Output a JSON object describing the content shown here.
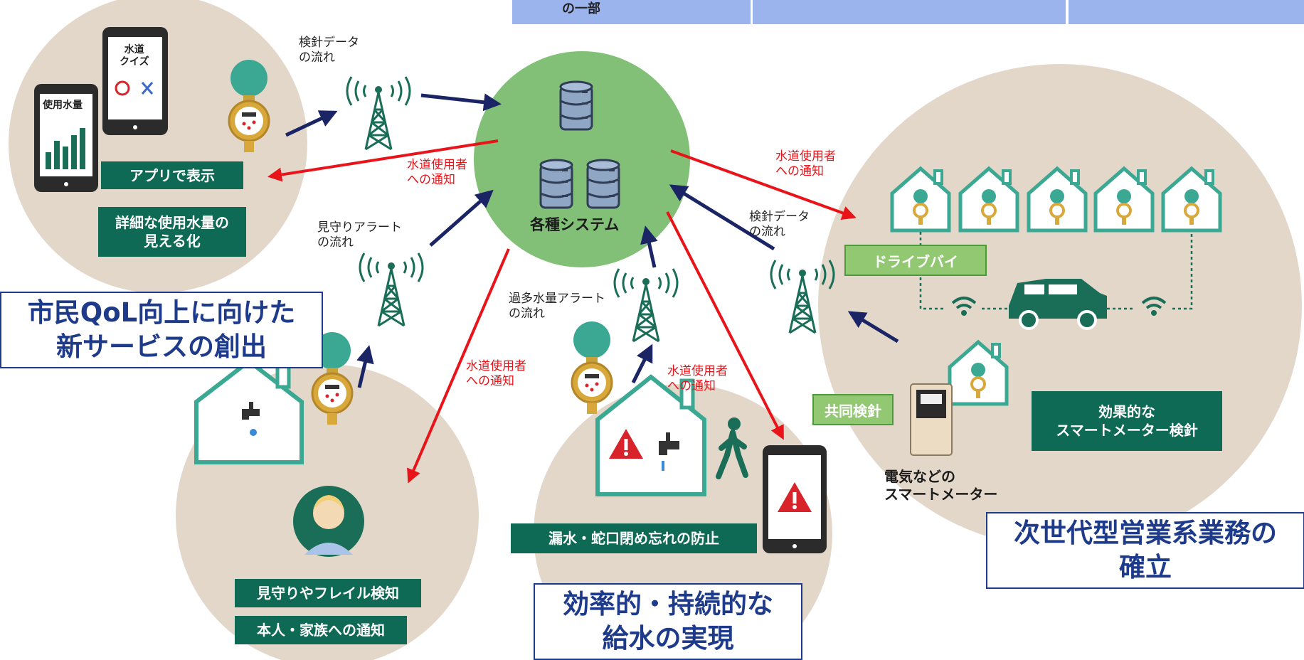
{
  "header": {
    "partial_cell_text": "の一部"
  },
  "center": {
    "system_label": "各種システム"
  },
  "flows": {
    "meter_data_left": "検針データ\nの流れ",
    "meter_data_right": "検針データ\nの流れ",
    "watch_alert": "見守りアラート\nの流れ",
    "excess_alert": "過多水量アラート\nの流れ",
    "notify_upper_left": "水道使用者\nへの通知",
    "notify_upper_right": "水道使用者\nへの通知",
    "notify_lower_left": "水道使用者\nへの通知",
    "notify_lower_mid": "水道使用者\nへの通知"
  },
  "qol": {
    "app_display": "アプリで表示",
    "usage_visualization": "詳細な使用水量の\n見える化",
    "phone_usage_screen": "使用水量",
    "phone_quiz_screen": "水道\nクイズ",
    "title": "市民QoL向上に向けた\n新サービスの創出"
  },
  "watch": {
    "frailty_detection": "見守りやフレイル検知",
    "family_notify": "本人・家族への通知"
  },
  "supply": {
    "leak_prevention": "漏水・蛇口閉め忘れの防止",
    "title": "効率的・持続的な\n給水の実現"
  },
  "nextgen": {
    "drive_by": "ドライブバイ",
    "joint_reading": "共同検針",
    "effective_reading": "効果的な\nスマートメーター検針",
    "electric_meter": "電気などの\nスマートメーター",
    "title": "次世代型営業系業務の\n確立"
  },
  "colors": {
    "circle_beige": "#e2d7c9",
    "center_green": "#83c077",
    "dark_green_box": "#0f6a55",
    "light_green_box": "#93c873",
    "teal": "#3aa892",
    "house_green": "#3aa892",
    "arrow_navy": "#1b2566",
    "arrow_red": "#e8141a",
    "title_blue": "#1e3a8a",
    "header_blue": "#9bb4ee"
  },
  "icons": [
    "database-icon",
    "antenna-tower-icon",
    "water-meter-icon",
    "smartphone-icon",
    "house-icon",
    "faucet-icon",
    "warning-icon",
    "walking-person-icon",
    "car-icon",
    "wifi-icon",
    "electric-meter-icon",
    "person-avatar-icon"
  ]
}
